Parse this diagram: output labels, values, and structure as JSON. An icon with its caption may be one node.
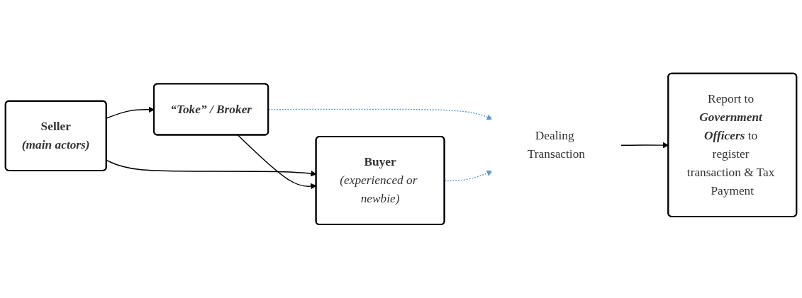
{
  "diagram": {
    "nodes": [
      {
        "text": [
          "Seller",
          "(main actors)"
        ]
      },
      {
        "text": [
          "“Toke” / Broker"
        ]
      },
      {
        "text": [
          "Buyer",
          "(experienced or newbie)"
        ]
      },
      {
        "text": [
          "Dealing Transaction"
        ]
      },
      {
        "text": [
          "Report to **Government Officers** to register transaction & Tax Payment"
        ]
      }
    ],
    "edges": [
      {
        "from": 0,
        "to": 1,
        "arrow": "to"
      },
      {
        "from": 0,
        "to": 2,
        "arrow": "to"
      },
      {
        "from": 1,
        "to": 2,
        "arrow": "to"
      },
      {
        "from": 1,
        "to": 3,
        "arrow": "to",
        "style": "dashed",
        "color": "#5b9bd5"
      },
      {
        "from": 2,
        "to": 3,
        "arrow": "to",
        "style": "dashed",
        "color": "#5b9bd5"
      },
      {
        "from": 3,
        "to": 4,
        "arrow": "to"
      }
    ]
  }
}
